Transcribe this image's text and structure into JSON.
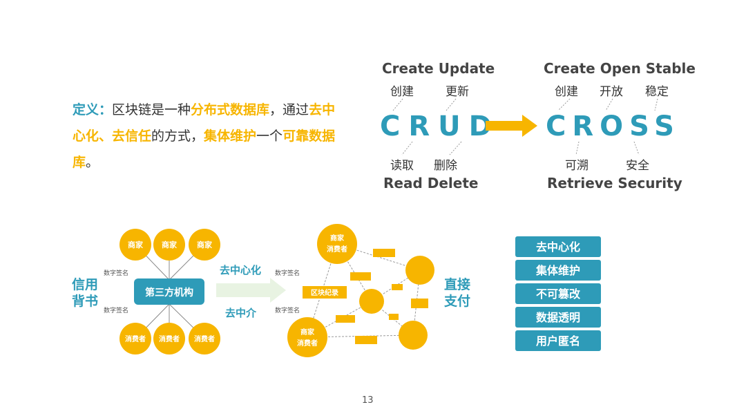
{
  "definition": {
    "label": "定义：",
    "t1": "区块链是一种",
    "h1": "分布式数据库",
    "t2": "，通过",
    "h2": "去中心化、去信任",
    "t3": "的方式，",
    "h3": "集体维护",
    "t4": "一个",
    "h4": "可靠数据库",
    "t5": "。"
  },
  "crud": {
    "top_title": "Create Update",
    "top_labels": [
      "创建",
      "更新"
    ],
    "letters": "CRUD",
    "bottom_labels": [
      "读取",
      "删除"
    ],
    "bottom_title": "Read Delete"
  },
  "cross": {
    "top_title": "Create Open Stable",
    "top_labels": [
      "创建",
      "开放",
      "稳定"
    ],
    "letters": "CROSS",
    "bottom_labels": [
      "可溯",
      "安全"
    ],
    "bottom_title": "Retrieve Security"
  },
  "centralized": {
    "side_label_line1": "信用",
    "side_label_line2": "背书",
    "center_node": "第三方机构",
    "merchant_nodes": [
      "商家",
      "商家",
      "商家"
    ],
    "consumer_nodes": [
      "消费者",
      "消费者",
      "消费者"
    ],
    "signature_top": "数字签名",
    "signature_bottom": "数字签名"
  },
  "transition": {
    "top": "去中心化",
    "bottom": "去中介"
  },
  "decentralized": {
    "node_top_line1": "商家",
    "node_top_line2": "消费者",
    "node_bottom_line1": "商家",
    "node_bottom_line2": "消费者",
    "record_label": "区块纪录",
    "signature_top": "数字签名",
    "signature_bottom": "数字签名",
    "side_label_line1": "直接",
    "side_label_line2": "支付"
  },
  "features": [
    "去中心化",
    "集体维护",
    "不可篡改",
    "数据透明",
    "用户匿名"
  ],
  "page_number": "13",
  "colors": {
    "accent_yellow": "#F7B500",
    "accent_teal": "#2E9BB8",
    "feature_box": "#2E9BB8",
    "arrow_green": "#E8F3E2"
  }
}
